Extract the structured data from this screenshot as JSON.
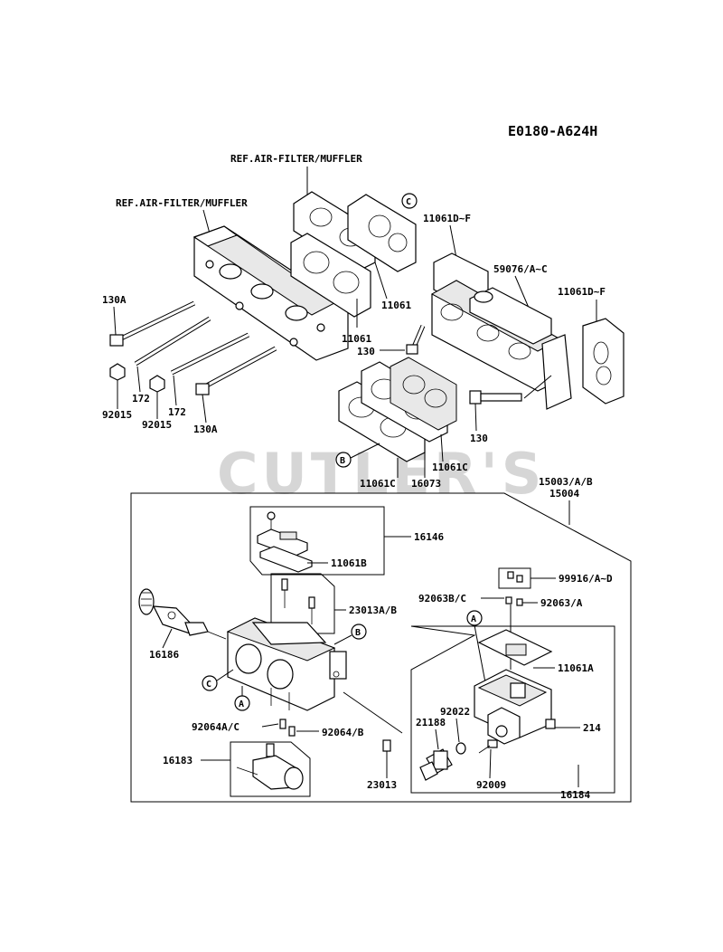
{
  "diagram_code": "E0180-A624H",
  "watermark": "CUTLER'S",
  "ref_labels": {
    "ref_upper": "REF.AIR-FILTER/MUFFLER",
    "ref_left": "REF.AIR-FILTER/MUFFLER"
  },
  "parts": {
    "p11061d_f_top": "11061D~F",
    "p59076": "59076/A~C",
    "p11061d_f_right": "11061D~F",
    "p11061_a": "11061",
    "p11061_b": "11061",
    "p130_mid": "130",
    "p130_right": "130",
    "p130a_top": "130A",
    "p130a_bottom": "130A",
    "p172_a": "172",
    "p172_b": "172",
    "p92015_a": "92015",
    "p92015_b": "92015",
    "p11061c_a": "11061C",
    "p11061c_b": "11061C",
    "p16073": "16073",
    "p15003": "15003/A/B",
    "p15004": "15004",
    "p16146": "16146",
    "p11061b": "11061B",
    "p23013ab": "23013A/B",
    "p99916": "99916/A~D",
    "p92063bc": "92063B/C",
    "p92063a": "92063/A",
    "p16186": "16186",
    "p11061a": "11061A",
    "p92022": "92022",
    "p21188": "21188",
    "p214": "214",
    "p92064ac": "92064A/C",
    "p92064b": "92064/B",
    "p16183": "16183",
    "p23013": "23013",
    "p92009": "92009",
    "p16184": "16184"
  },
  "callouts": {
    "c_top": "C",
    "b_mid": "B",
    "b_carb": "B",
    "c_carb": "C",
    "a_carb": "A",
    "a_bowl": "A"
  }
}
